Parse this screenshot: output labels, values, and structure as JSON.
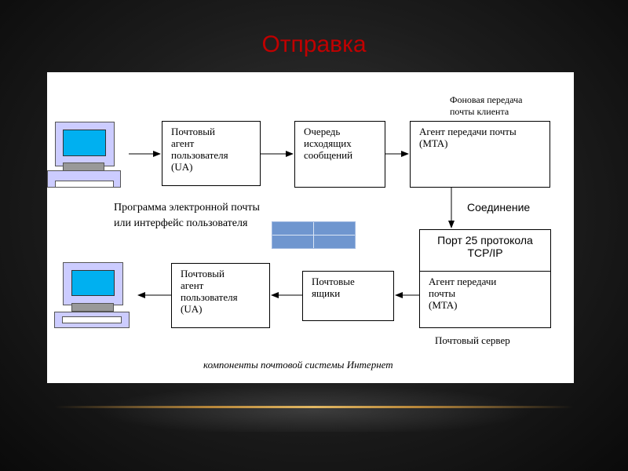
{
  "slide": {
    "title": "Отправка"
  },
  "diagram": {
    "sender_ua": {
      "lines": [
        "Почтовый",
        "агент",
        "пользователя",
        "(UA)"
      ]
    },
    "outgoing_queue": {
      "lines": [
        "Очередь",
        "исходящих",
        "сообщений"
      ]
    },
    "client_mta": {
      "lines": [
        "Агент передачи почты",
        "(MTA)"
      ]
    },
    "client_background_label": {
      "lines": [
        "Фоновая передача",
        "почты клиента"
      ]
    },
    "connection_label": "Соединение",
    "port_box": {
      "lines": [
        "Порт 25 протокола",
        "TCP/IP"
      ]
    },
    "server_mta": {
      "lines": [
        "Агент передачи",
        "почты",
        "(MTA)"
      ]
    },
    "mailboxes": {
      "lines": [
        "Почтовые",
        "ящики"
      ]
    },
    "receiver_ua": {
      "lines": [
        "Почтовый",
        "агент",
        "пользователя",
        "(UA)"
      ]
    },
    "program_label": {
      "lines": [
        "Программа электронной почты",
        "или интерфейс пользователя"
      ]
    },
    "server_label": "Почтовый сервер",
    "caption": "компоненты почтовой системы Интернет"
  },
  "colors": {
    "title": "#c00000",
    "screen": "#00b0f0",
    "monitor": "#ccccff",
    "grid_icon": "#6f96cf"
  },
  "icons": [
    "sender-computer-icon",
    "receiver-computer-icon",
    "table-grid-icon"
  ]
}
